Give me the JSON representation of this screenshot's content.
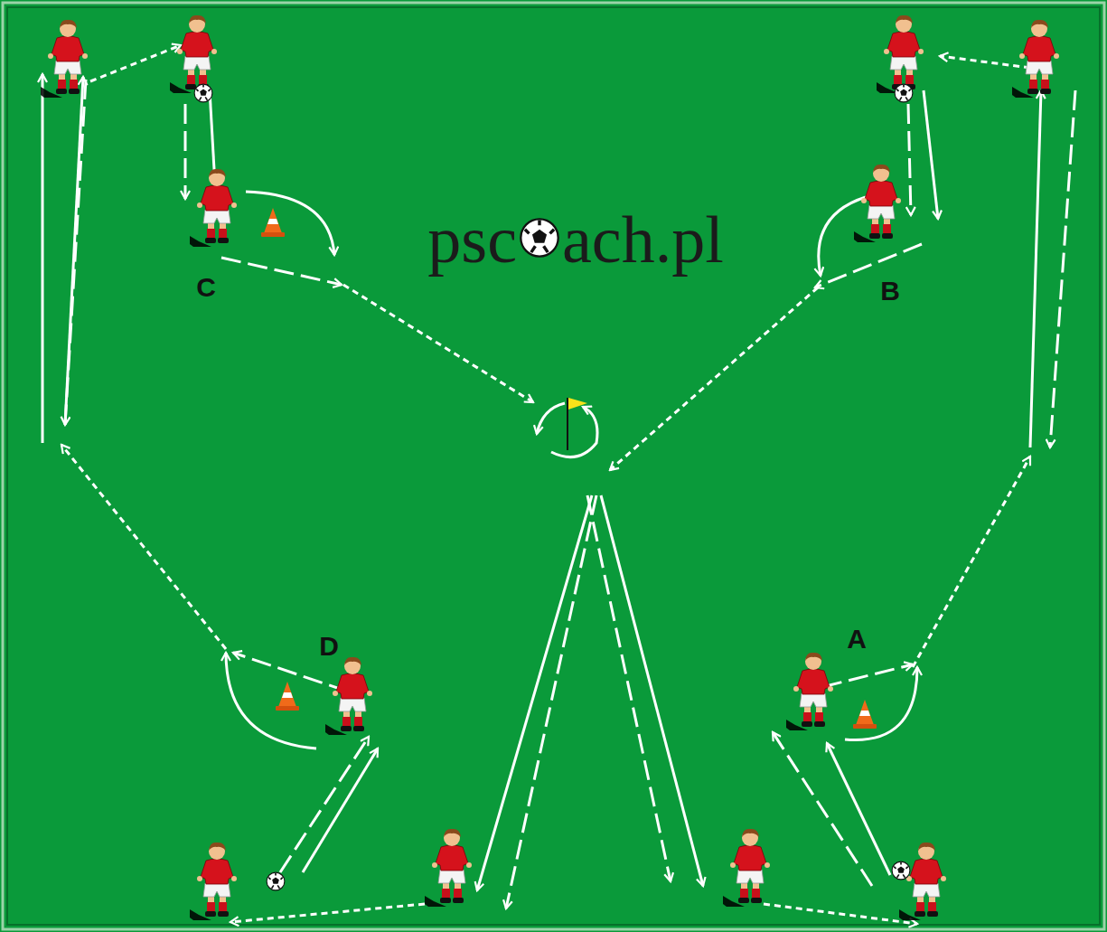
{
  "diagram": {
    "labels": [
      "psc",
      "ach.pl",
      "C",
      "B",
      "D",
      "A"
    ]
  }
}
